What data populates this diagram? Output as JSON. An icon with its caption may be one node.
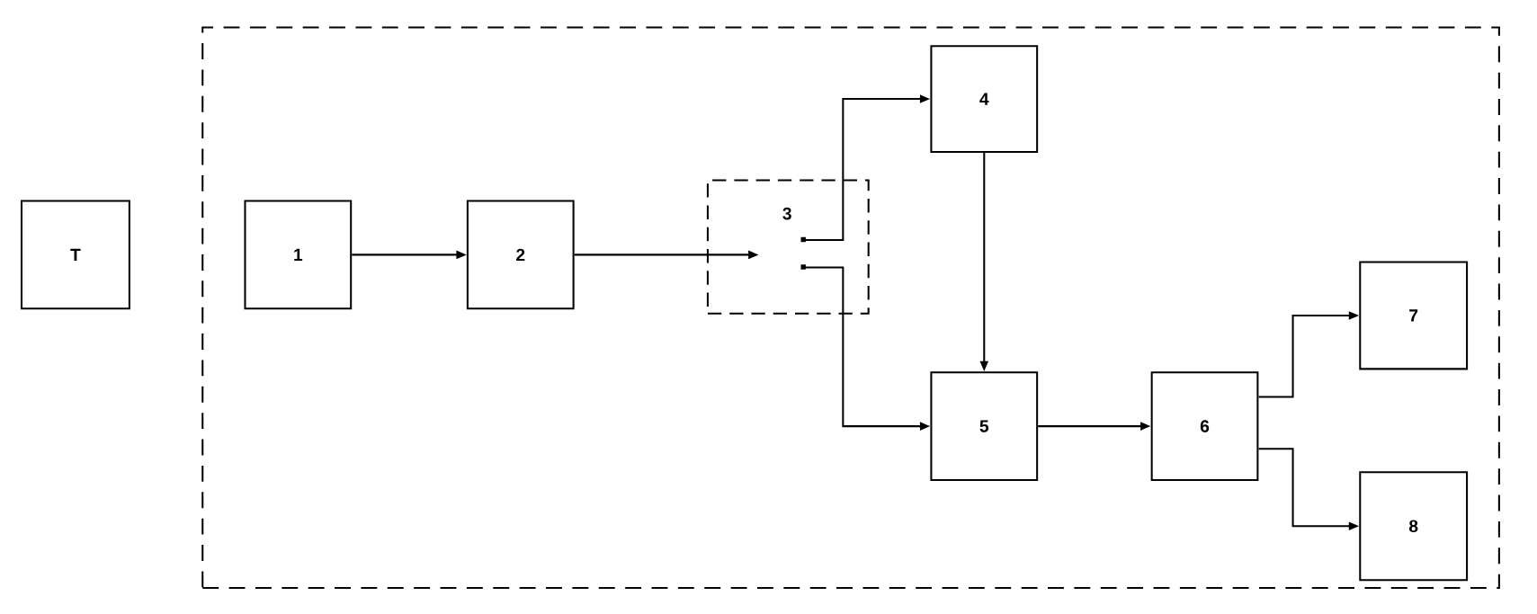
{
  "diagram": {
    "nodes": [
      {
        "text": [
          "T"
        ]
      },
      {
        "text": [],
        "shape": "box"
      },
      {
        "text": [
          "1"
        ],
        "in": 1
      },
      {
        "text": [
          "2"
        ],
        "in": 1
      },
      {
        "text": [
          "3"
        ],
        "in": 1
      },
      {
        "text": [
          "4"
        ],
        "in": 1
      },
      {
        "text": [
          "5"
        ],
        "in": 1
      },
      {
        "text": [
          "6"
        ],
        "in": 1
      },
      {
        "text": [
          "7"
        ],
        "in": 1
      },
      {
        "text": [
          "8"
        ],
        "in": 1
      }
    ],
    "edges": [
      {
        "from": 2,
        "to": 3,
        "arrow": "to"
      },
      {
        "from": 3,
        "to": 4,
        "arrow": "to"
      },
      {
        "from": 4,
        "to": 5,
        "arrow": "to"
      },
      {
        "from": 4,
        "to": 6,
        "arrow": "to"
      },
      {
        "from": 5,
        "to": 6,
        "arrow": "to"
      },
      {
        "from": 6,
        "to": 7,
        "arrow": "to"
      },
      {
        "from": 7,
        "to": 8,
        "arrow": "to"
      },
      {
        "from": 7,
        "to": 9,
        "arrow": "to"
      }
    ]
  }
}
